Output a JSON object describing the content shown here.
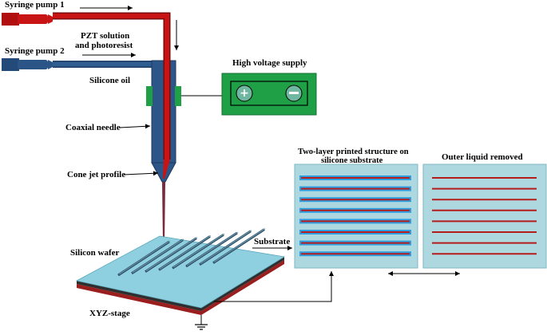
{
  "labels": {
    "syringe_pump_1": "Syringe pump 1",
    "syringe_pump_2": "Syringe pump 2",
    "pzt_line1": "PZT solution",
    "pzt_line2": "and photoresist",
    "silicone_oil": "Silicone oil",
    "high_voltage": "High voltage supply",
    "coaxial_needle": "Coaxial needle",
    "cone_jet": "Cone jet profile",
    "silicon_wafer": "Silicon wafer",
    "substrate": "Substrate",
    "xyz_stage": "XYZ-stage",
    "two_layer_line1": "Two-layer printed structure on",
    "two_layer_line2": "silicone substrate",
    "outer_removed": "Outer liquid removed"
  },
  "colors": {
    "inner_red": "#c01010",
    "outer_blue": "#274f80",
    "hv_green": "#1fa046",
    "panel_fill": "#aed8e0",
    "line_blue": "#2e9ee0",
    "line_red": "#b51c1c",
    "wafer_top": "#8fd0e0"
  },
  "printed_line_count": 8,
  "wafer_line_count": 8
}
